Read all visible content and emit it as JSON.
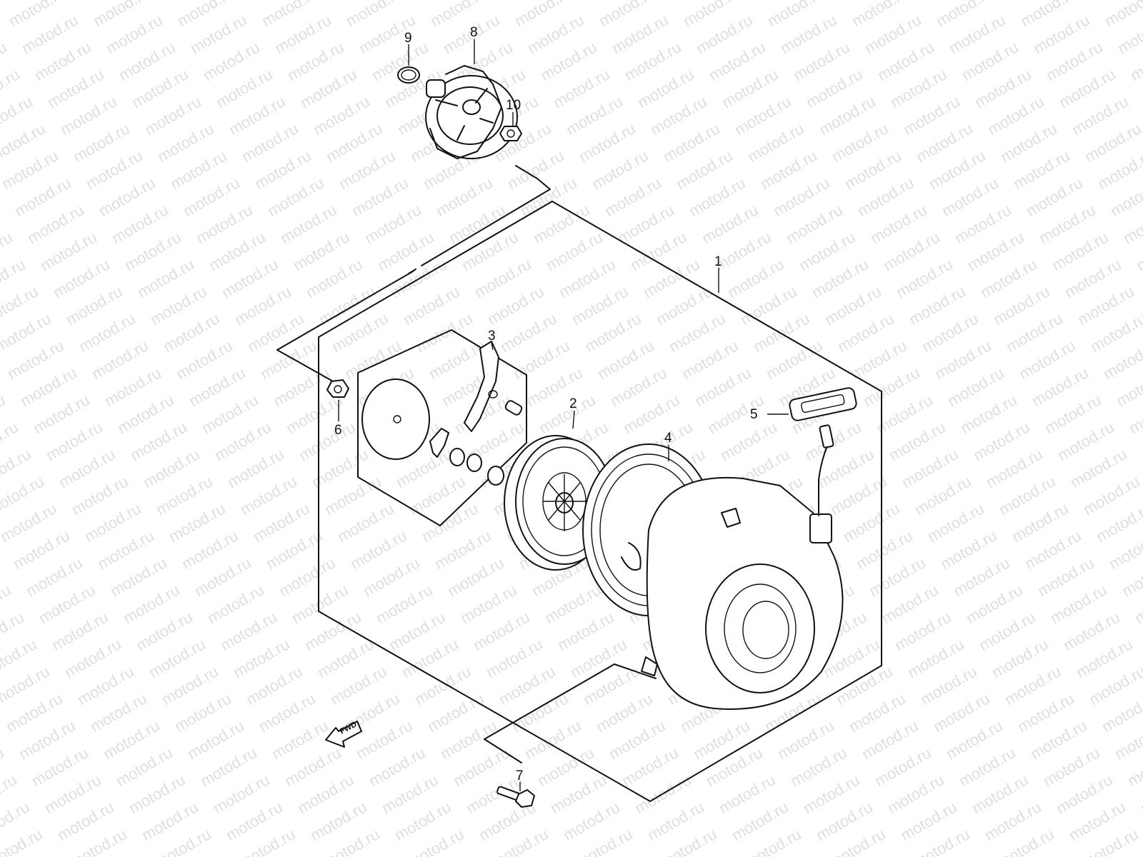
{
  "watermark": "motod.ru",
  "fwd_label": "FWD",
  "callouts": [
    "1",
    "2",
    "3",
    "4",
    "5",
    "6",
    "7",
    "8",
    "9",
    "10"
  ],
  "colors": {
    "line": "#111111",
    "background": "#ffffff",
    "watermark": "#000000"
  }
}
